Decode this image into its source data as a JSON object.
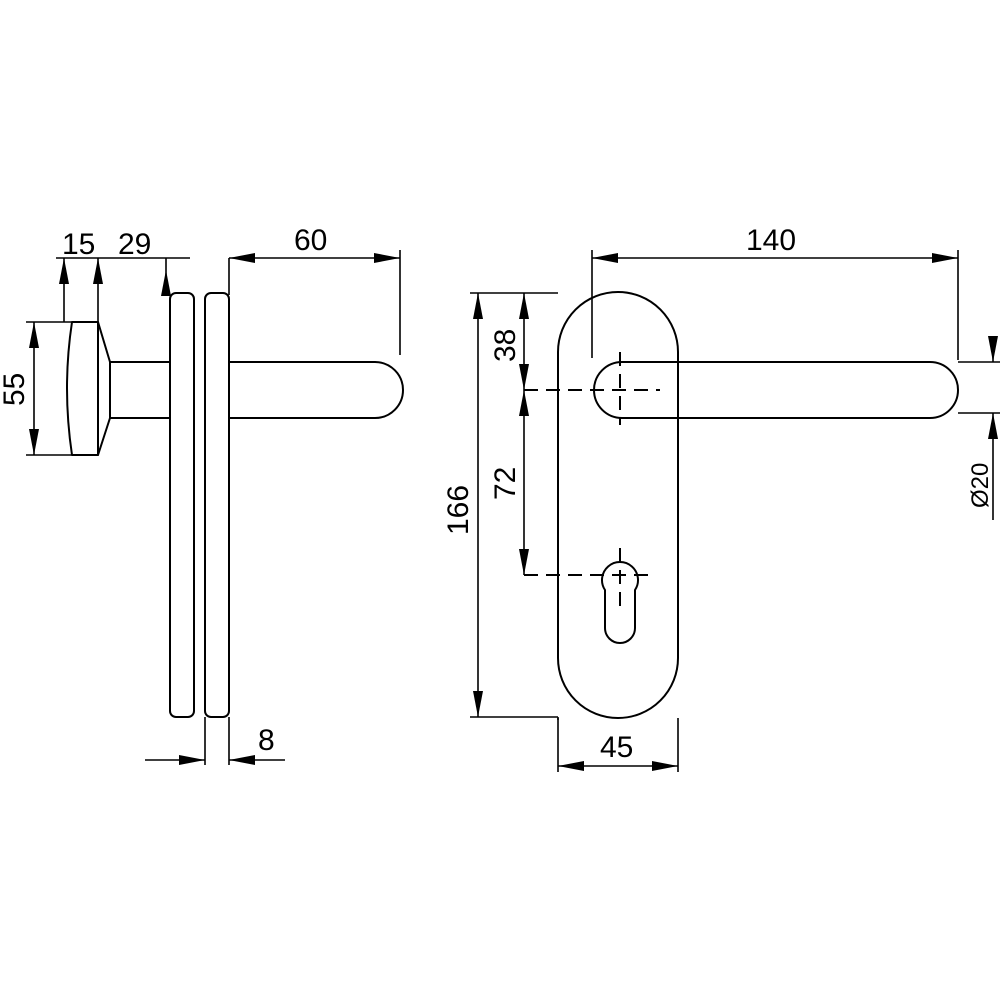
{
  "dimensions": {
    "rose_thickness_top": "15",
    "lever_offset": "29",
    "lever_projection": "60",
    "rose_diameter": "55",
    "plate_gap": "8",
    "lever_length": "140",
    "top_to_spindle": "38",
    "spindle_to_cylinder": "72",
    "plate_height": "166",
    "plate_width": "45",
    "handle_diameter": "Ø20"
  }
}
